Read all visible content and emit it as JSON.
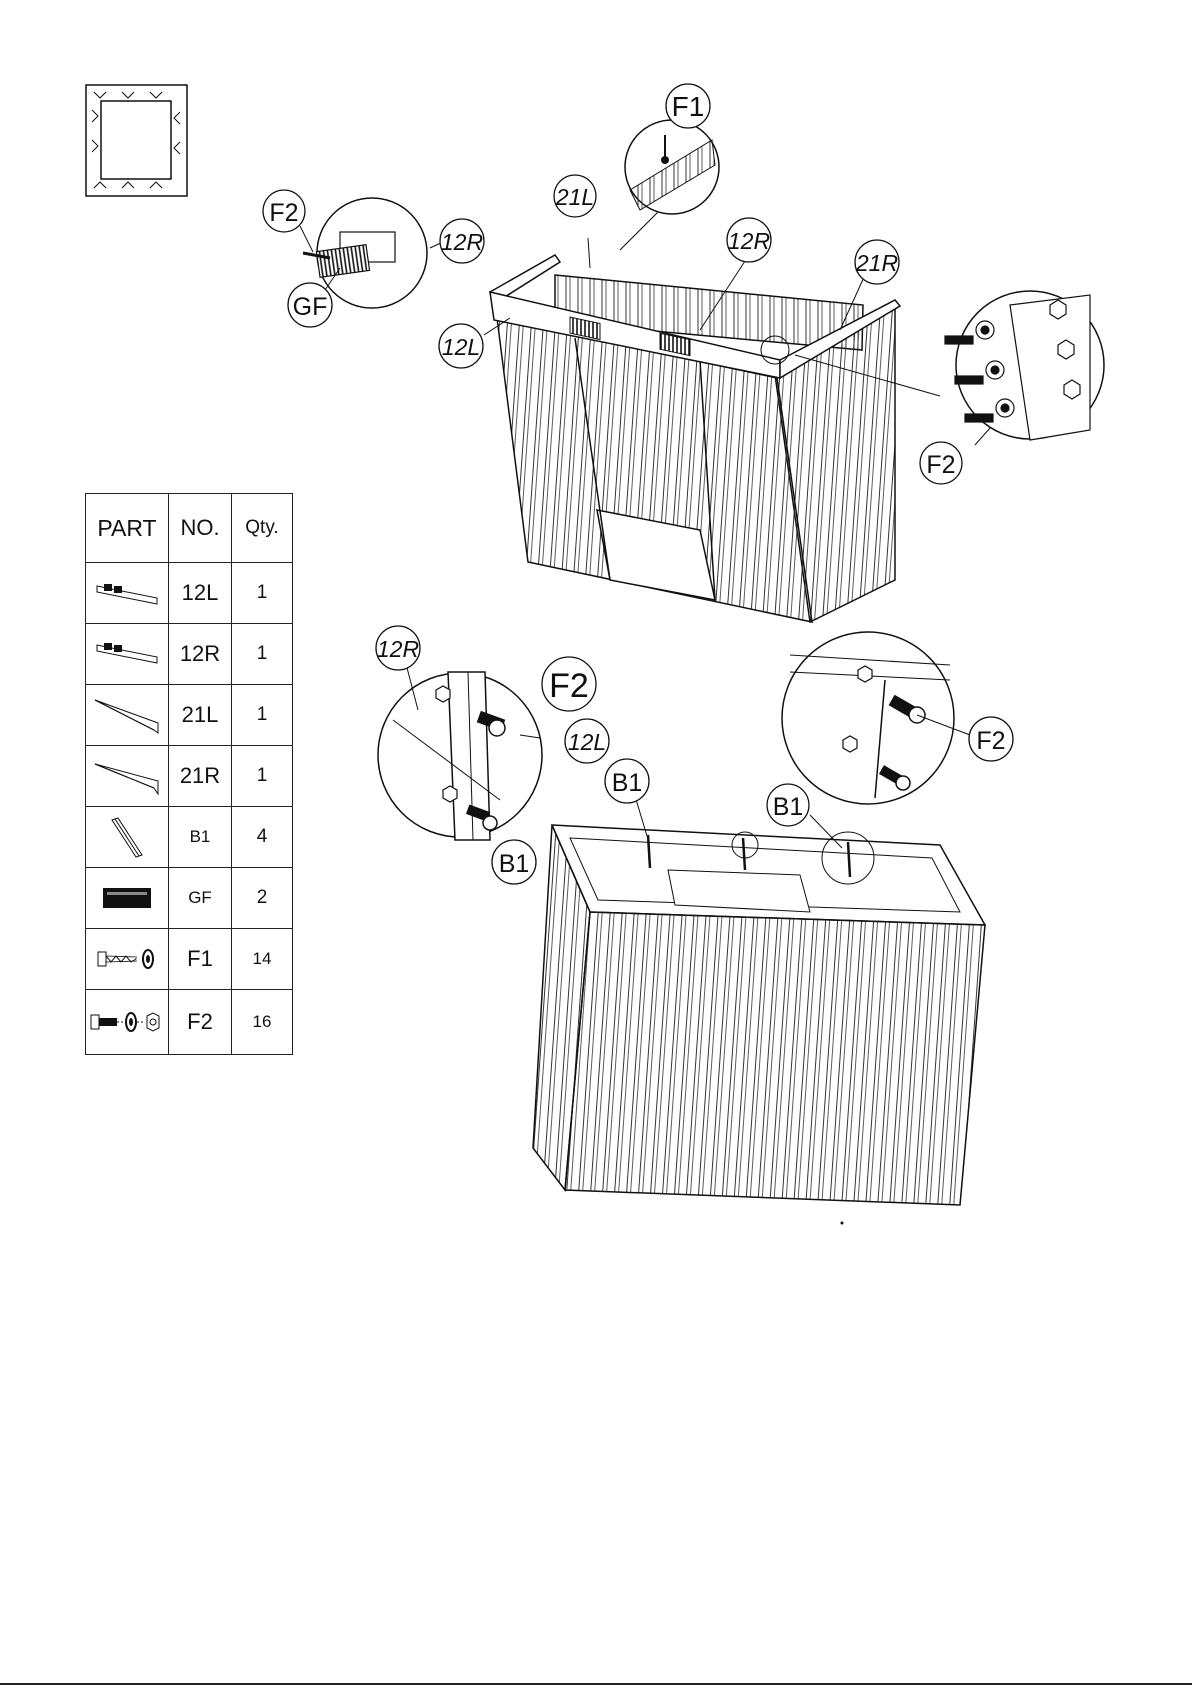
{
  "callouts": {
    "top_f1": "F1",
    "top_21l": "21L",
    "top_12r_left": "12R",
    "top_f2_left": "F2",
    "top_gf": "GF",
    "top_12r_mid": "12R",
    "top_21r": "21R",
    "top_12l": "12L",
    "top_f2_right": "F2",
    "bot_12r": "12R",
    "bot_f2_left": "F2",
    "bot_12l": "12L",
    "bot_b1_left": "B1",
    "bot_b1_mid": "B1",
    "bot_b1_right": "B1",
    "bot_f2_right": "F2"
  },
  "parts_table": {
    "headers": {
      "part": "PART",
      "no": "NO.",
      "qty": "Qty."
    },
    "rows": [
      {
        "icon": "vent-panel-icon",
        "no": "12L",
        "qty": "1"
      },
      {
        "icon": "vent-panel-icon",
        "no": "12R",
        "qty": "1"
      },
      {
        "icon": "wedge-beam-icon",
        "no": "21L",
        "qty": "1"
      },
      {
        "icon": "wedge-beam-icon",
        "no": "21R",
        "qty": "1"
      },
      {
        "icon": "angle-bracket-icon",
        "no": "B1",
        "qty": "4"
      },
      {
        "icon": "grille-icon",
        "no": "GF",
        "qty": "2"
      },
      {
        "icon": "screw-washer-icon",
        "no": "F1",
        "qty": "14"
      },
      {
        "icon": "bolt-washer-nut-icon",
        "no": "F2",
        "qty": "16"
      }
    ]
  }
}
